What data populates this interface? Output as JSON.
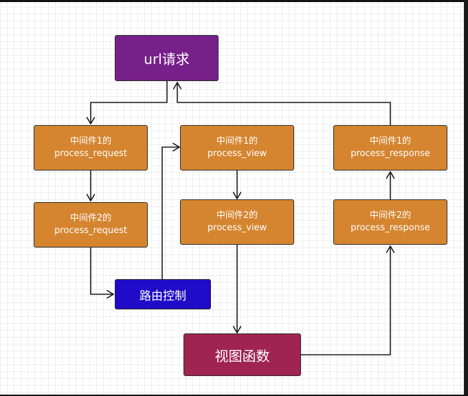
{
  "nodes": {
    "url_request": {
      "label": "url请求",
      "color": "#76218a"
    },
    "mw1_request": {
      "line1": "中间件1的",
      "line2": "process_request",
      "color": "#d58530"
    },
    "mw2_request": {
      "line1": "中间件2的",
      "line2": "process_request",
      "color": "#d58530"
    },
    "routing": {
      "label": "路由控制",
      "color": "#1f0bc8"
    },
    "mw1_view": {
      "line1": "中间件1的",
      "line2": "process_view",
      "color": "#d58530"
    },
    "mw2_view": {
      "line1": "中间件2的",
      "line2": "process_view",
      "color": "#d58530"
    },
    "view_function": {
      "label": "视图函数",
      "color": "#9f2452"
    },
    "mw1_response": {
      "line1": "中间件1的",
      "line2": "process_response",
      "color": "#d58530"
    },
    "mw2_response": {
      "line1": "中间件2的",
      "line2": "process_response",
      "color": "#d58530"
    }
  },
  "edges": [
    {
      "from": "url_request",
      "to": "mw1_request"
    },
    {
      "from": "mw1_request",
      "to": "mw2_request"
    },
    {
      "from": "mw2_request",
      "to": "routing"
    },
    {
      "from": "routing",
      "to": "mw1_view"
    },
    {
      "from": "mw1_view",
      "to": "mw2_view"
    },
    {
      "from": "mw2_view",
      "to": "view_function"
    },
    {
      "from": "view_function",
      "to": "mw2_response"
    },
    {
      "from": "mw2_response",
      "to": "mw1_response"
    },
    {
      "from": "mw1_response",
      "to": "url_request"
    }
  ]
}
